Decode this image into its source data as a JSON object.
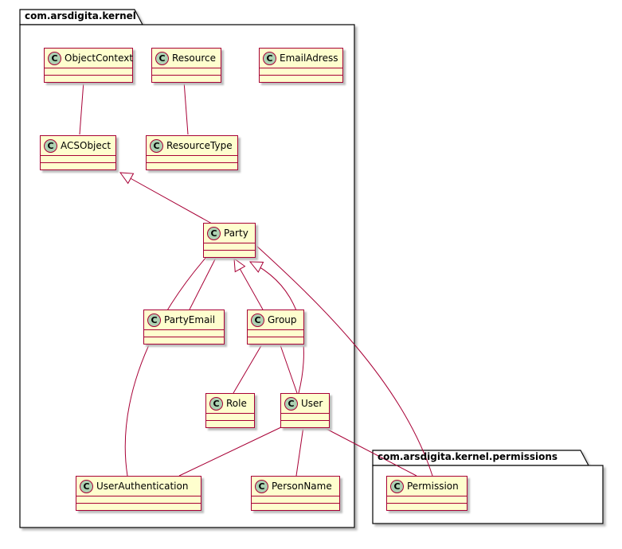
{
  "diagram": {
    "stereotype_letter": "C",
    "packages": [
      {
        "name": "com.arsdigita.kernel"
      },
      {
        "name": "com.arsdigita.kernel.permissions"
      }
    ],
    "classes": [
      {
        "name": "ObjectContext"
      },
      {
        "name": "Resource"
      },
      {
        "name": "EmailAdress"
      },
      {
        "name": "ACSObject"
      },
      {
        "name": "ResourceType"
      },
      {
        "name": "Party"
      },
      {
        "name": "PartyEmail"
      },
      {
        "name": "Group"
      },
      {
        "name": "Role"
      },
      {
        "name": "User"
      },
      {
        "name": "UserAuthentication"
      },
      {
        "name": "PersonName"
      },
      {
        "name": "Permission"
      }
    ],
    "relationships": [
      {
        "from": "ObjectContext",
        "to": "ACSObject",
        "type": "association"
      },
      {
        "from": "Resource",
        "to": "ResourceType",
        "type": "association"
      },
      {
        "from": "Party",
        "to": "ACSObject",
        "type": "generalization"
      },
      {
        "from": "Party",
        "to": "PartyEmail",
        "type": "association"
      },
      {
        "from": "Group",
        "to": "Party",
        "type": "generalization"
      },
      {
        "from": "User",
        "to": "Party",
        "type": "generalization"
      },
      {
        "from": "Group",
        "to": "Role",
        "type": "association"
      },
      {
        "from": "Group",
        "to": "User",
        "type": "association"
      },
      {
        "from": "User",
        "to": "UserAuthentication",
        "type": "association"
      },
      {
        "from": "User",
        "to": "PersonName",
        "type": "association"
      },
      {
        "from": "User",
        "to": "Permission",
        "type": "association"
      },
      {
        "from": "Party",
        "to": "UserAuthentication",
        "type": "association"
      },
      {
        "from": "Permission",
        "to": "Party",
        "type": "association"
      }
    ],
    "colors": {
      "class_fill": "#FEFECE",
      "class_border": "#A80036",
      "spot_fill": "#ADD1B2",
      "relation": "#A80036",
      "package_border": "#000000"
    }
  }
}
